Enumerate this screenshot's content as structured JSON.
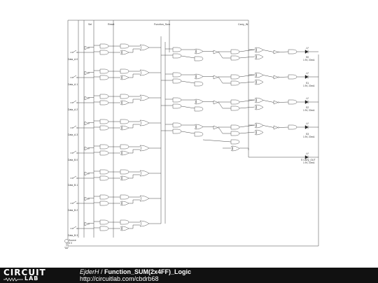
{
  "schematic": {
    "top_labels": {
      "sel0": "Sel",
      "reset": "Reset",
      "function_sum": "Function_Sum",
      "carry_in": "Carry_IN"
    },
    "data_labels": [
      "Data_A.0",
      "Data_A.1",
      "Data_A.2",
      "Data_A.3",
      "Data_B.0",
      "Data_B.1",
      "Data_B.2",
      "Data_B.3"
    ],
    "source_label": "Source",
    "source_value": "5 V",
    "outputs": [
      {
        "name": "S0",
        "spec": "1.9V, 20mA"
      },
      {
        "name": "S1",
        "spec": "1.9V, 20mA"
      },
      {
        "name": "S2",
        "spec": "1.9V, 20mA"
      },
      {
        "name": "S3",
        "spec": "1.9V, 20mA"
      },
      {
        "name": "S Carry_OUT",
        "spec": "1.9V, 20mA"
      }
    ],
    "colors": {
      "wire": "#444444",
      "gate": "#555555",
      "led": "#222222",
      "background": "#ffffff"
    }
  },
  "footer": {
    "logo_line1": "CIRCUIT",
    "logo_line2": "LAB",
    "author": "EjderH",
    "separator": " / ",
    "project": "Function_SUM(2x4FF)_Logic",
    "url": "http://circuitlab.com/cbdrb68",
    "background": "#111111"
  }
}
